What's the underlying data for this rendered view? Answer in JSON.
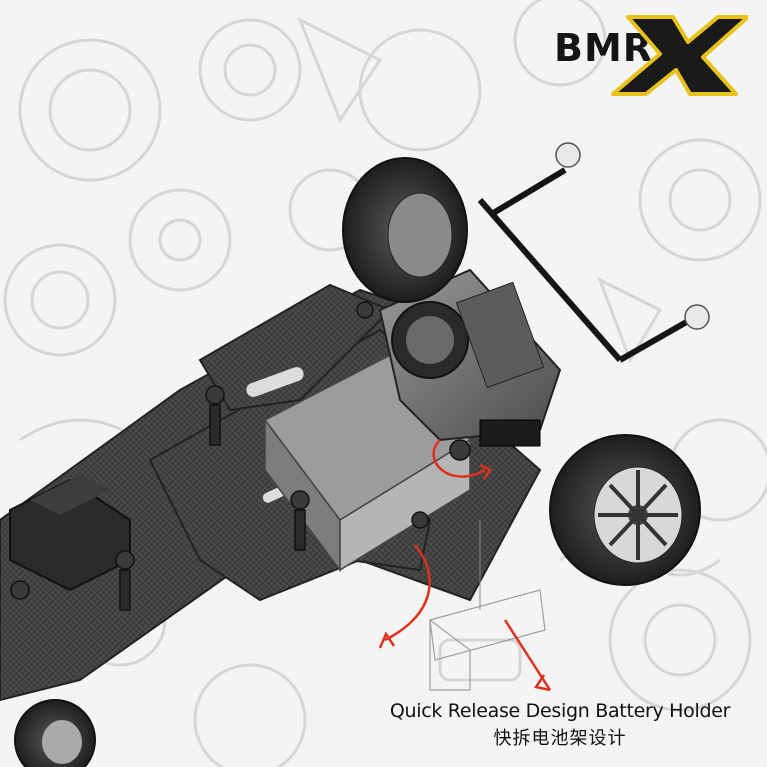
{
  "logo": {
    "text": "BMR",
    "mark": "X",
    "colors": {
      "text": "#151515",
      "mark_fill": "#1a1a1a",
      "mark_outline": "#e8c21a"
    }
  },
  "caption": {
    "english": "Quick Release Design Battery Holder",
    "chinese": "快拆电池架设计"
  },
  "scene": {
    "subject": "rc-car-chassis-render",
    "background_pattern": "engine-parts-line-art",
    "arrow_color": "#e0301e"
  }
}
